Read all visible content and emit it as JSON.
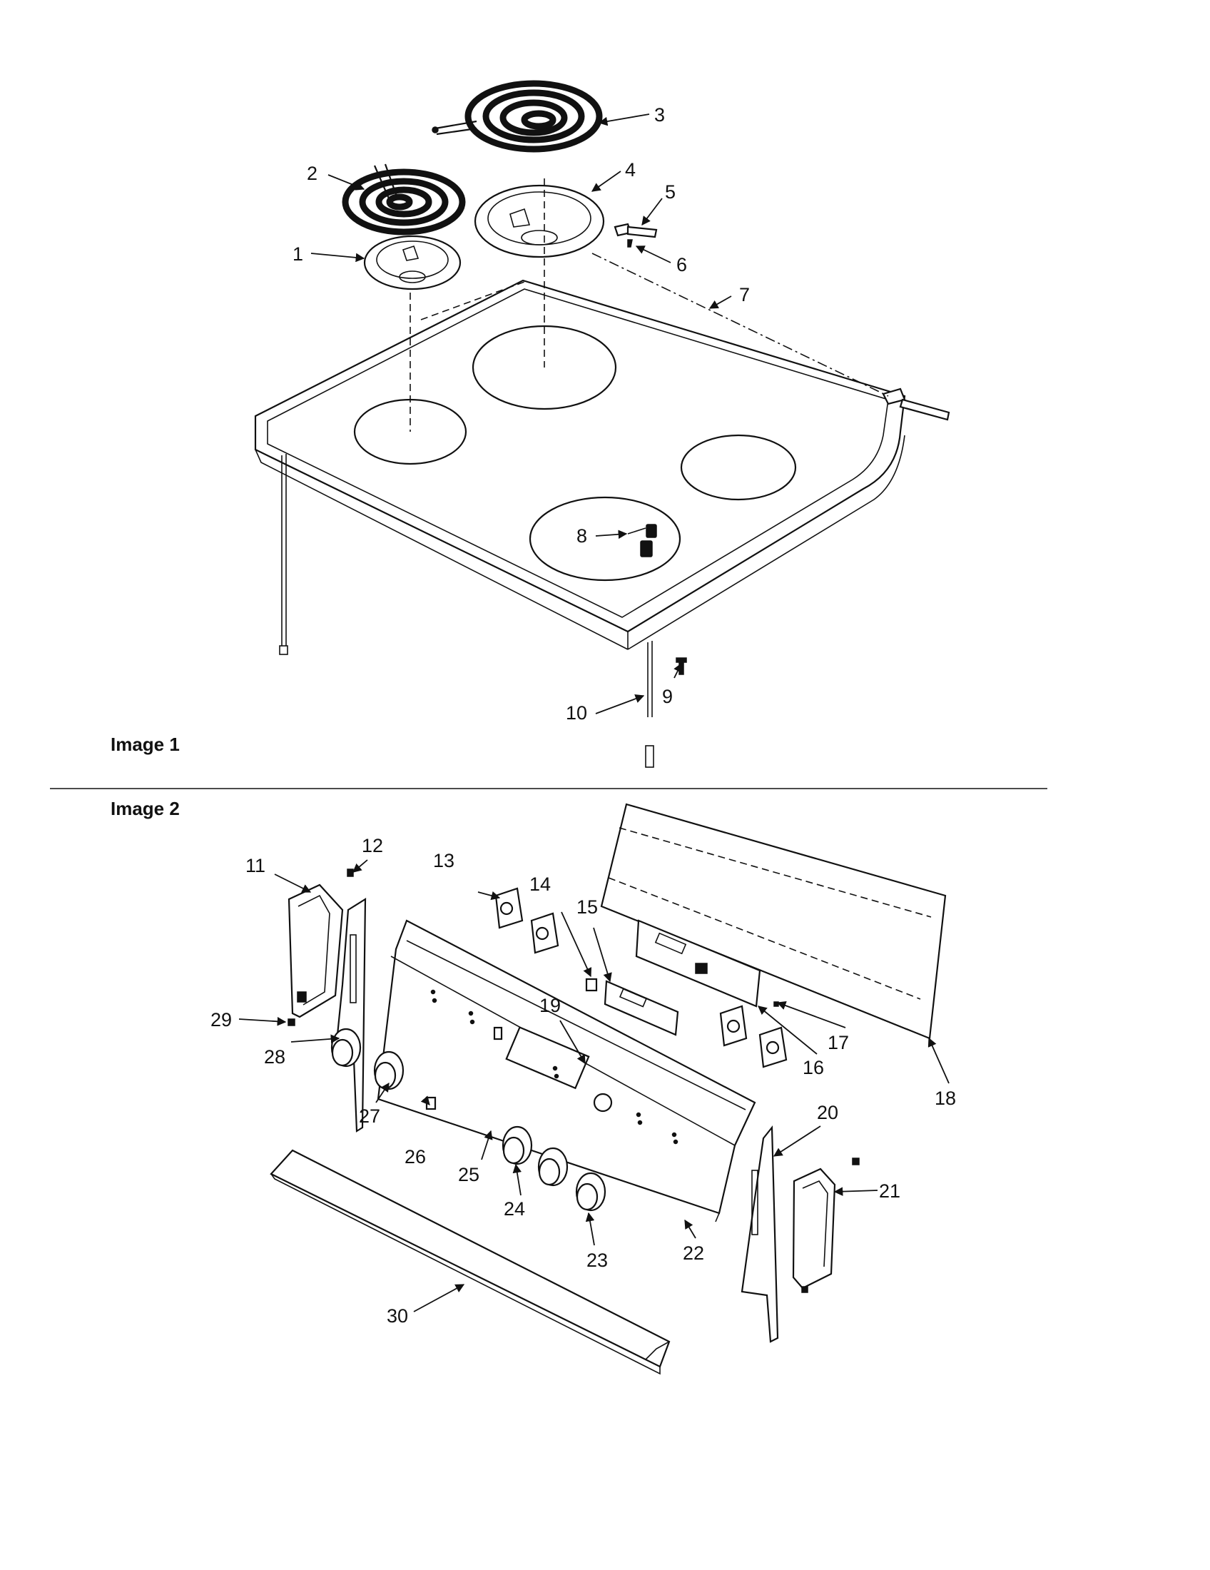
{
  "figures": [
    {
      "caption": "Image 1"
    },
    {
      "caption": "Image 2"
    }
  ],
  "callouts": [
    "1",
    "2",
    "3",
    "4",
    "5",
    "6",
    "7",
    "8",
    "9",
    "10",
    "11",
    "12",
    "13",
    "14",
    "15",
    "16",
    "17",
    "18",
    "19",
    "20",
    "21",
    "22",
    "23",
    "24",
    "25",
    "26",
    "27",
    "28",
    "29",
    "30"
  ],
  "icons": {
    "arrowhead": "small filled triangular arrowhead on each leader line"
  }
}
